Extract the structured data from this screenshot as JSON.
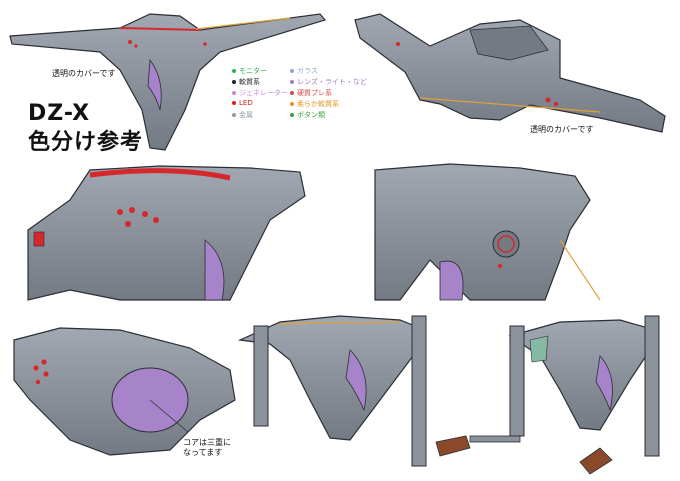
{
  "title": {
    "line1": "DZ-X",
    "line2": "色分け参考"
  },
  "callouts": {
    "cover_left": "透明のカバーです",
    "cover_right": "透明のカバーです",
    "core_line1": "コアは三重に",
    "core_line2": "なってます"
  },
  "legend": {
    "items": [
      {
        "label": "モニター",
        "color": "#2bb34a"
      },
      {
        "label": "ガラス",
        "color": "#8aa7d8"
      },
      {
        "label": "軟質系",
        "color": "#222222"
      },
      {
        "label": "レンズ・ライト・など",
        "color": "#a07ac8"
      },
      {
        "label": "ジェネレーター",
        "color": "#c58ad4"
      },
      {
        "label": "硬質プレ系",
        "color": "#d24a4a"
      },
      {
        "label": "LED",
        "color": "#e01b1b"
      },
      {
        "label": "柔らか軟質系",
        "color": "#e8901e"
      },
      {
        "label": "金属",
        "color": "#8f9aa8"
      },
      {
        "label": "ボタン類",
        "color": "#3aa33a"
      }
    ]
  },
  "colors": {
    "hull": "#8c929c",
    "hull_dark": "#5d636d",
    "outline": "#2a2e35",
    "led": "#d6282b",
    "core": "#a783c9",
    "accent": "#e0a13a",
    "glass": "#86b9a3"
  }
}
